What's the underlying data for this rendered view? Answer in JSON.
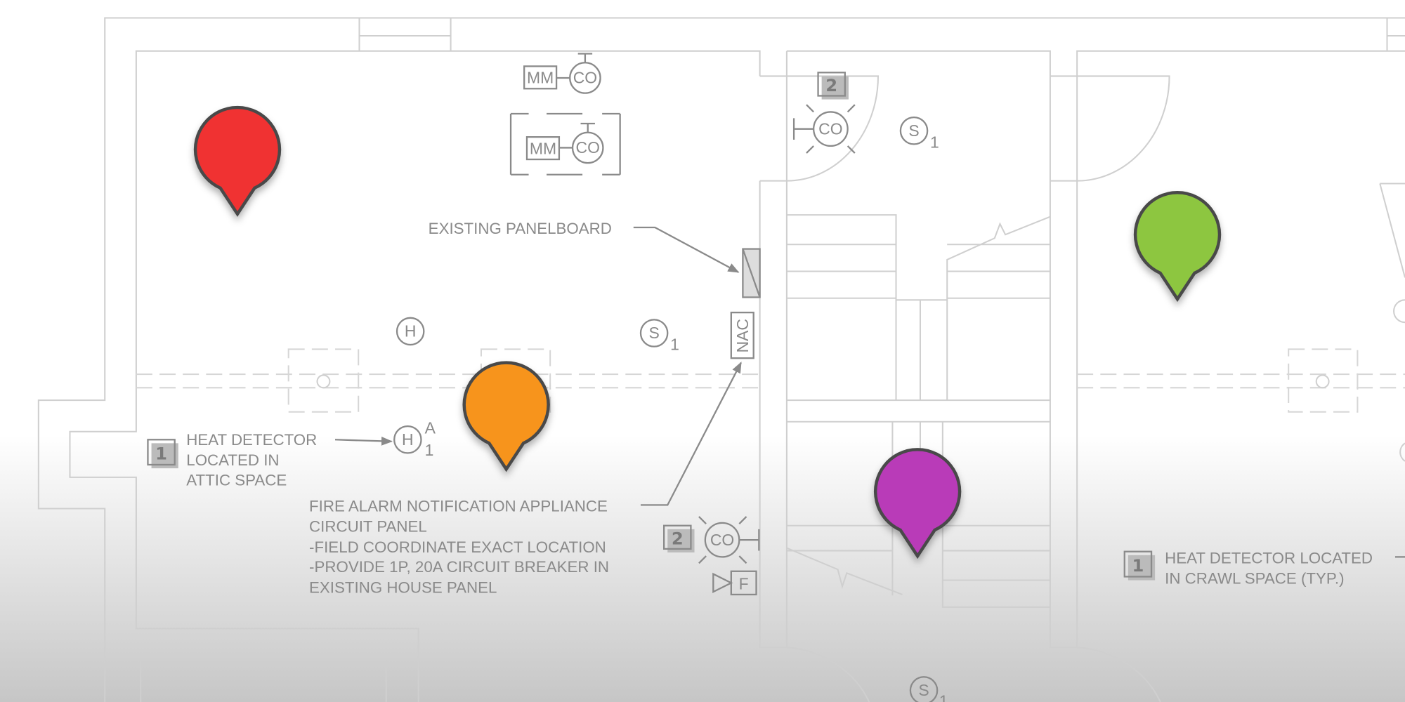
{
  "symbols": {
    "mm": "MM",
    "co": "CO",
    "smoke": "S",
    "smoke_sub": "1",
    "heat": "H",
    "heat_sup": "A",
    "heat_sub": "1",
    "nac": "NAC",
    "f": "F",
    "keynote_1": "1",
    "keynote_2": "2"
  },
  "notes": {
    "existing_panelboard": "EXISTING PANELBOARD",
    "heat_attic": [
      "HEAT DETECTOR",
      "LOCATED IN",
      "ATTIC SPACE"
    ],
    "nac_panel": [
      "FIRE ALARM NOTIFICATION APPLIANCE",
      "CIRCUIT PANEL",
      "-FIELD COORDINATE EXACT LOCATION",
      "-PROVIDE 1P, 20A CIRCUIT BREAKER IN",
      "EXISTING HOUSE PANEL"
    ],
    "heat_crawl": [
      "HEAT DETECTOR LOCATED",
      "IN CRAWL SPACE (TYP.)"
    ]
  },
  "pins": [
    {
      "name": "red",
      "color": "#f03232"
    },
    {
      "name": "orange",
      "color": "#f7941e"
    },
    {
      "name": "green",
      "color": "#8dc63f"
    },
    {
      "name": "purple",
      "color": "#b93ab8"
    }
  ],
  "colors": {
    "background_bottom": "#c6c6c6",
    "linework": "#cfcfcf",
    "symbols": "#8a8a8a"
  }
}
